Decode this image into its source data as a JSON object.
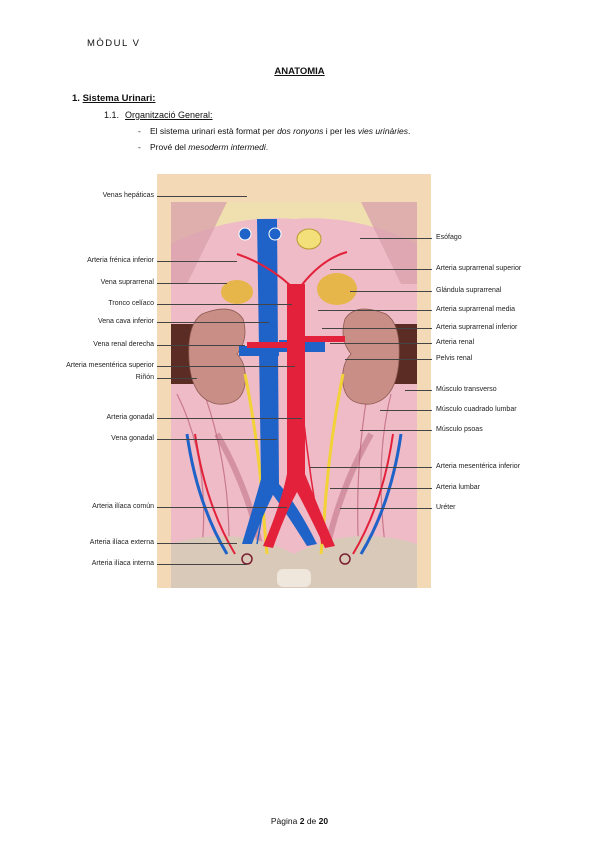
{
  "header": {
    "module": "MÒDUL V"
  },
  "doc": {
    "title": "ANATOMIA"
  },
  "section": {
    "number": "1.",
    "title": "Sistema Urinari:",
    "subsection": {
      "number": "1.1.",
      "title": "Organització General:"
    },
    "bullets": [
      {
        "dash": "-",
        "pre": "El sistema urinari està format per ",
        "em1": "dos ronyons",
        "mid": " i per les ",
        "em2": "vies urinàries",
        "post": "."
      },
      {
        "dash": "-",
        "pre": "Prové del ",
        "em1": "mesoderm intermedi",
        "post": "."
      }
    ]
  },
  "figure": {
    "colors": {
      "background": "#f4d9b6",
      "vein": "#1f62c8",
      "artery": "#e3213a",
      "ureter": "#f2d236",
      "kidney": "#c98f86",
      "adrenal": "#e6b64a"
    },
    "left_labels": [
      "Venas hepáticas",
      "Arteria frénica inferior",
      "Vena suprarrenal",
      "Tronco celíaco",
      "Vena cava inferior",
      "Vena renal derecha",
      "Arteria mesentérica superior",
      "Riñón",
      "Arteria gonadal",
      "Vena gonadal",
      "Arteria ilíaca común",
      "Arteria ilíaca externa",
      "Arteria ilíaca interna"
    ],
    "right_labels": [
      "Esófago",
      "Arteria suprarrenal superior",
      "Glándula suprarrenal",
      "Arteria suprarrenal media",
      "Arteria suprarrenal inferior",
      "Arteria renal",
      "Pelvis renal",
      "Músculo transverso",
      "Músculo cuadrado lumbar",
      "Músculo psoas",
      "Arteria mesentérica inferior",
      "Arteria lumbar",
      "Uréter"
    ]
  },
  "footer": {
    "prefix": "Pàgina ",
    "page": "2",
    "mid": " de ",
    "total": "20"
  }
}
